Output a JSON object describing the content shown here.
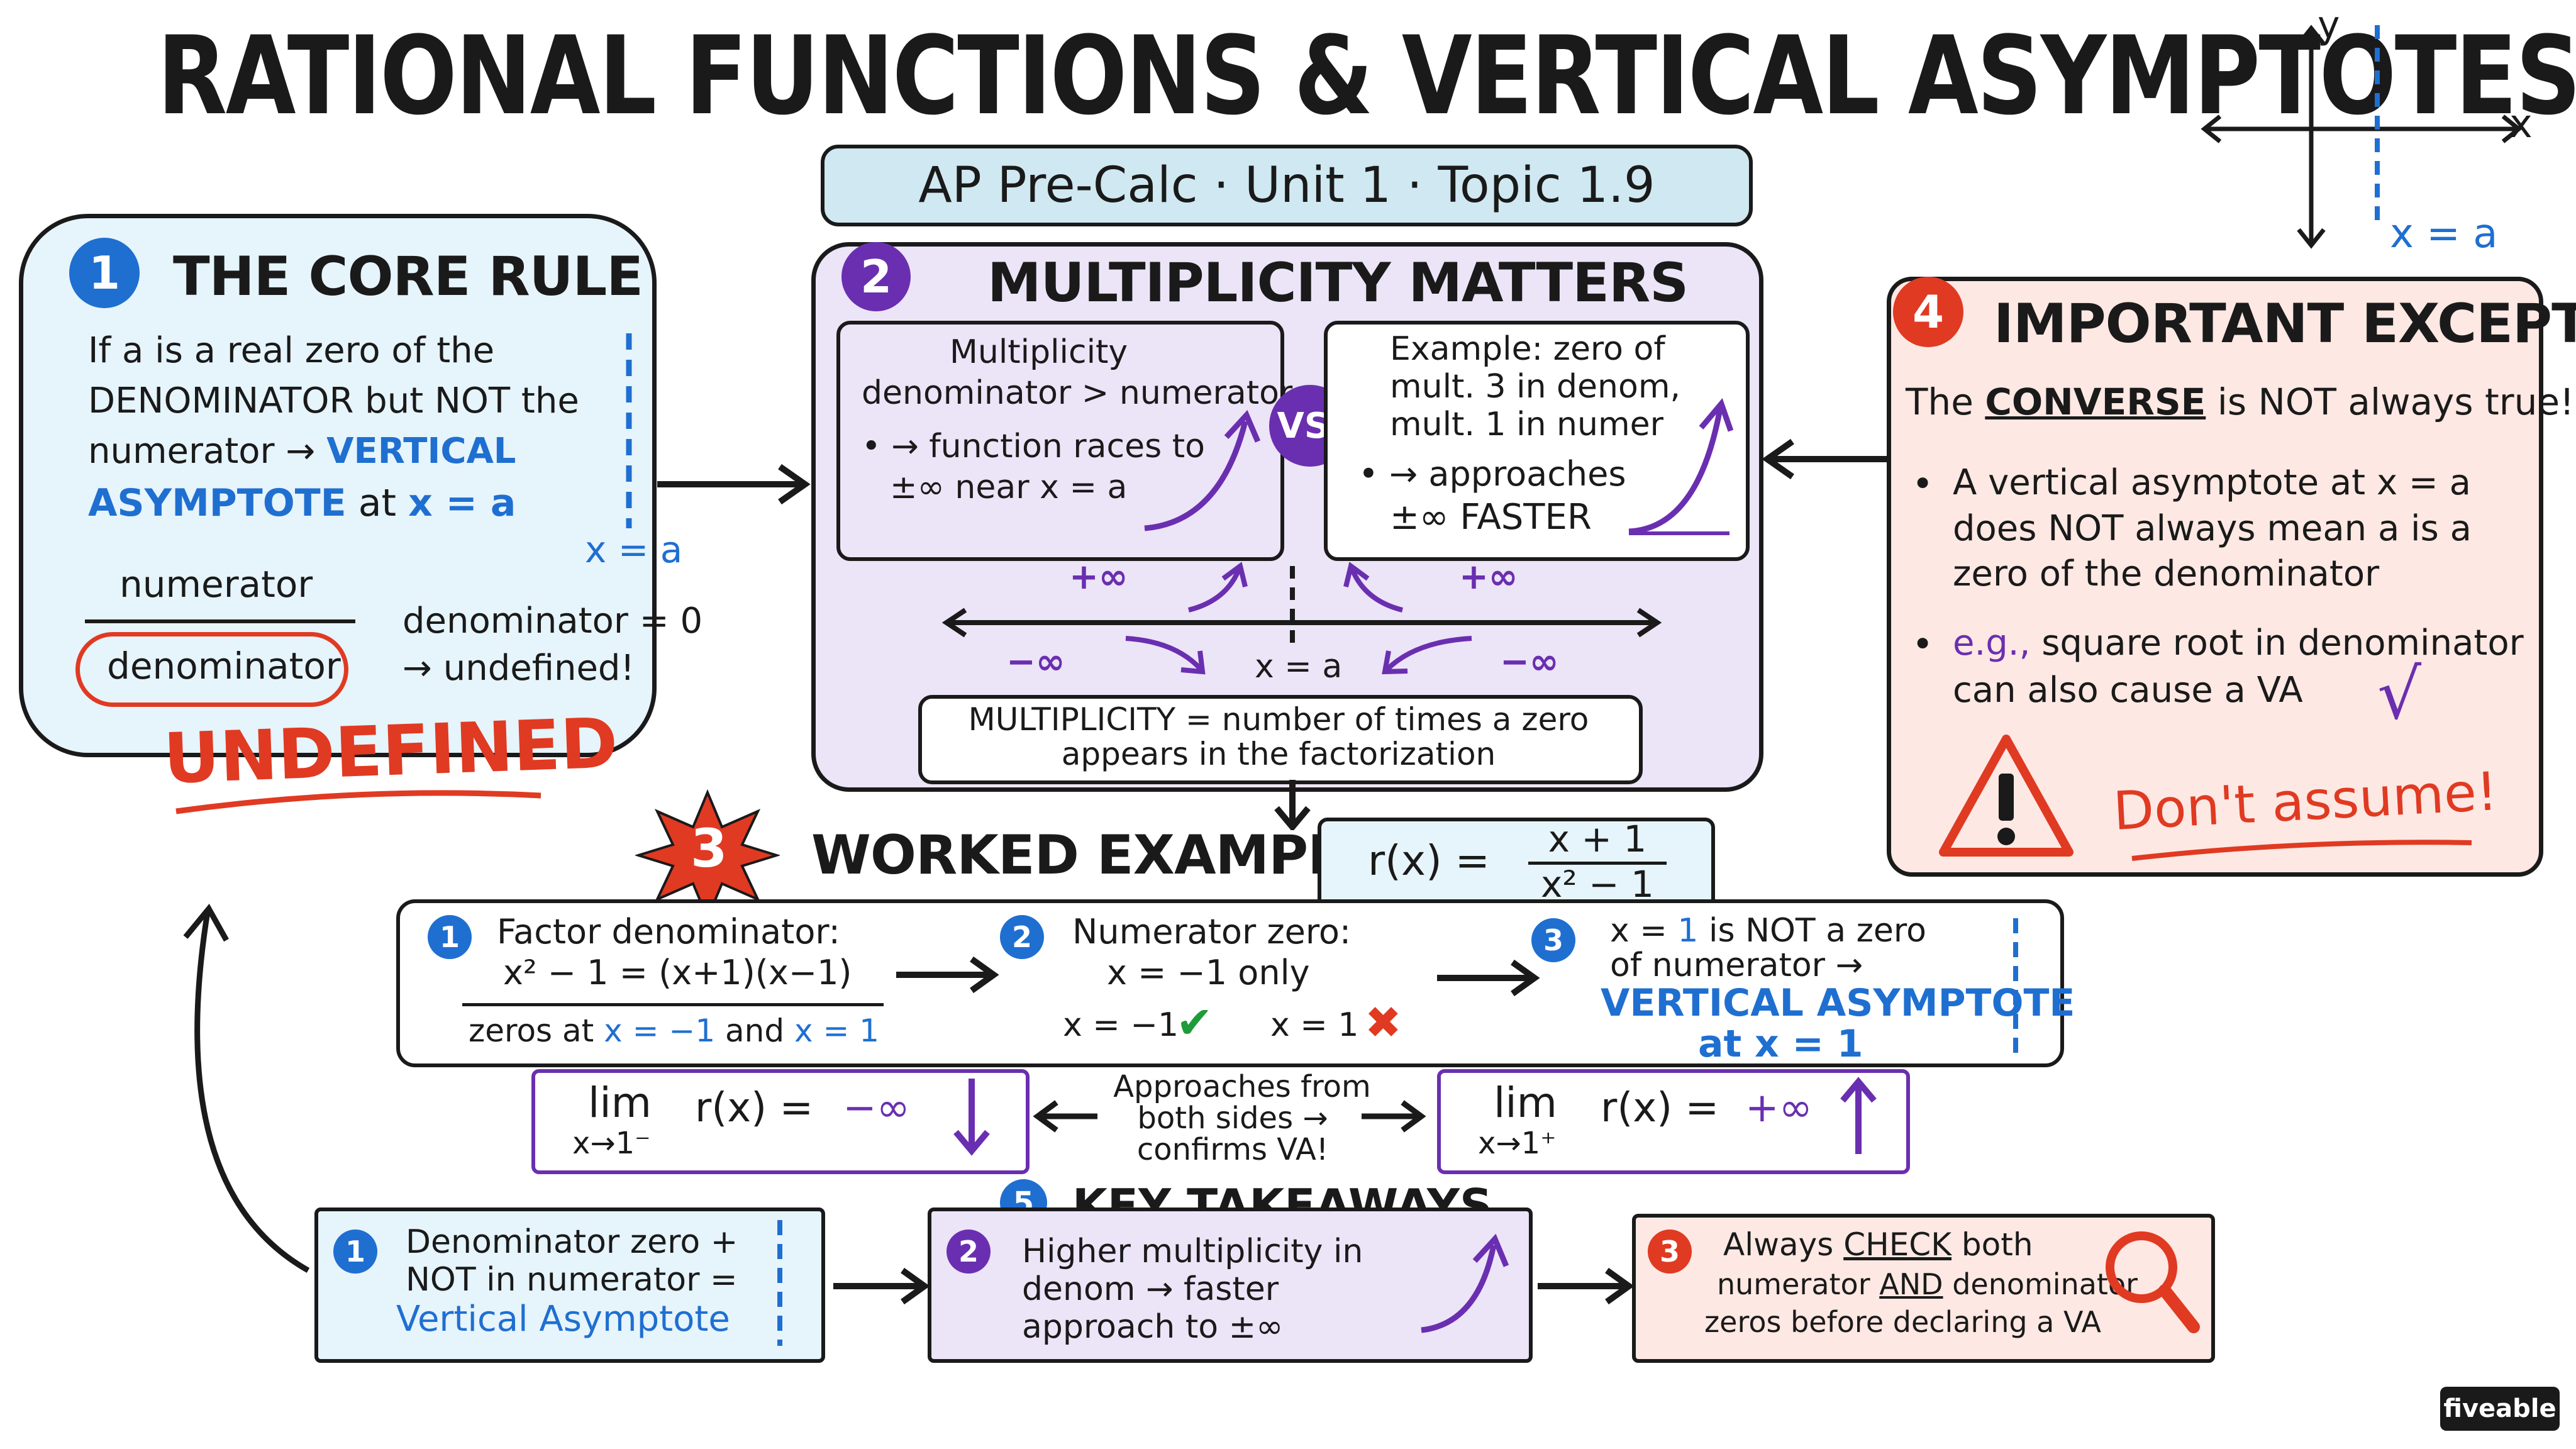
{
  "title": "RATIONAL FUNCTIONS & VERTICAL ASYMPTOTES",
  "subtitle": "AP Pre-Calc · Unit 1 · Topic 1.9",
  "mini_graph": {
    "y_label": "y",
    "x_label": "x",
    "line_label": "x = a"
  },
  "core_rule": {
    "number": "1",
    "title": "THE CORE RULE",
    "line1": "If a is a real zero of the",
    "line2": "DENOMINATOR but NOT the",
    "line3_a": "numerator →",
    "line3_b": "VERTICAL",
    "line4_a": "ASYMPTOTE",
    "line4_b": "at",
    "line4_c": "x = a",
    "va_label": "x = a",
    "fraction_num": "numerator",
    "fraction_den": "denominator",
    "den_zero_1": "denominator = 0",
    "den_zero_2": "→ undefined!",
    "undefined": "UNDEFINED"
  },
  "multiplicity": {
    "number": "2",
    "title": "MULTIPLICITY MATTERS",
    "left_l1": "Multiplicity",
    "left_l2": "denominator > numerator",
    "left_l3": "• → function races to",
    "left_l4": "±∞ near x = a",
    "vs": "VS.",
    "right_l1": "Example: zero of",
    "right_l2": "mult. 3 in denom,",
    "right_l3": "mult. 1 in numer",
    "right_l4": "• → approaches",
    "right_l5": "±∞ FASTER",
    "pos_inf_left": "+∞",
    "pos_inf_right": "+∞",
    "neg_inf_left": "−∞",
    "neg_inf_right": "−∞",
    "axis_label": "x = a",
    "def_l1": "MULTIPLICITY = number of times a zero",
    "def_l2": "appears in the factorization"
  },
  "exception": {
    "number": "4",
    "title": "IMPORTANT EXCEPTION",
    "line1_a": "The",
    "line1_b": "CONVERSE",
    "line1_c": "is NOT always true!",
    "b1_l1": "A vertical asymptote at x = a",
    "b1_l2": "does NOT always mean a is a",
    "b1_l3": "zero of the denominator",
    "b2_l1_a": "e.g.,",
    "b2_l1_b": "square root in denominator",
    "b2_l2": "can also cause a VA",
    "sqrt_symbol": "√",
    "warn": "Don't assume!",
    "warn_icon": "warning-triangle"
  },
  "worked": {
    "number": "3",
    "title": "WORKED EXAMPLE",
    "func_lhs": "r(x) =",
    "func_num": "x + 1",
    "func_den": "x² − 1",
    "s1_num": "1",
    "s1_l1": "Factor denominator:",
    "s1_l2": "x² − 1 = (x+1)(x−1)",
    "s1_l3_a": "zeros at",
    "s1_l3_b": "x = −1",
    "s1_l3_c": "and",
    "s1_l3_d": "x = 1",
    "s2_num": "2",
    "s2_l1": "Numerator zero:",
    "s2_l2": "x = −1 only",
    "s2_a": "x = −1",
    "s2_b": "x = 1",
    "s3_num": "3",
    "s3_l1_a": "x =",
    "s3_l1_b": "1",
    "s3_l1_c": "is NOT a zero",
    "s3_l2": "of numerator →",
    "s3_l3": "VERTICAL ASYMPTOTE",
    "s3_l4": "at x = 1",
    "lim_left_lim": "lim",
    "lim_left_sub": "x→1⁻",
    "lim_left_expr": "r(x) =",
    "lim_left_val": "−∞",
    "approach_l1": "Approaches from",
    "approach_l2": "both sides →",
    "approach_l3": "confirms VA!",
    "lim_right_lim": "lim",
    "lim_right_sub": "x→1⁺",
    "lim_right_expr": "r(x) =",
    "lim_right_val": "+∞"
  },
  "takeaways": {
    "number": "5",
    "title": "KEY TAKEAWAYS",
    "t1_num": "1",
    "t1_l1": "Denominator zero +",
    "t1_l2": "NOT in numerator =",
    "t1_l3": "Vertical Asymptote",
    "t2_num": "2",
    "t2_l1": "Higher multiplicity in",
    "t2_l2": "denom → faster",
    "t2_l3": "approach to ±∞",
    "t3_num": "3",
    "t3_l1_a": "Always",
    "t3_l1_b": "CHECK",
    "t3_l1_c": "both",
    "t3_l2_a": "numerator",
    "t3_l2_b": "AND",
    "t3_l2_c": "denominator",
    "t3_l3": "zeros before declaring a VA"
  },
  "brand": "fiveable",
  "colors": {
    "blue": "#1f6fd1",
    "purple": "#6a2fb0",
    "red": "#e03a22",
    "green": "#1e9b3a",
    "blue_fill": "#e6f4fb",
    "purple_fill": "#ece4f7",
    "red_fill": "#fde8e3"
  }
}
